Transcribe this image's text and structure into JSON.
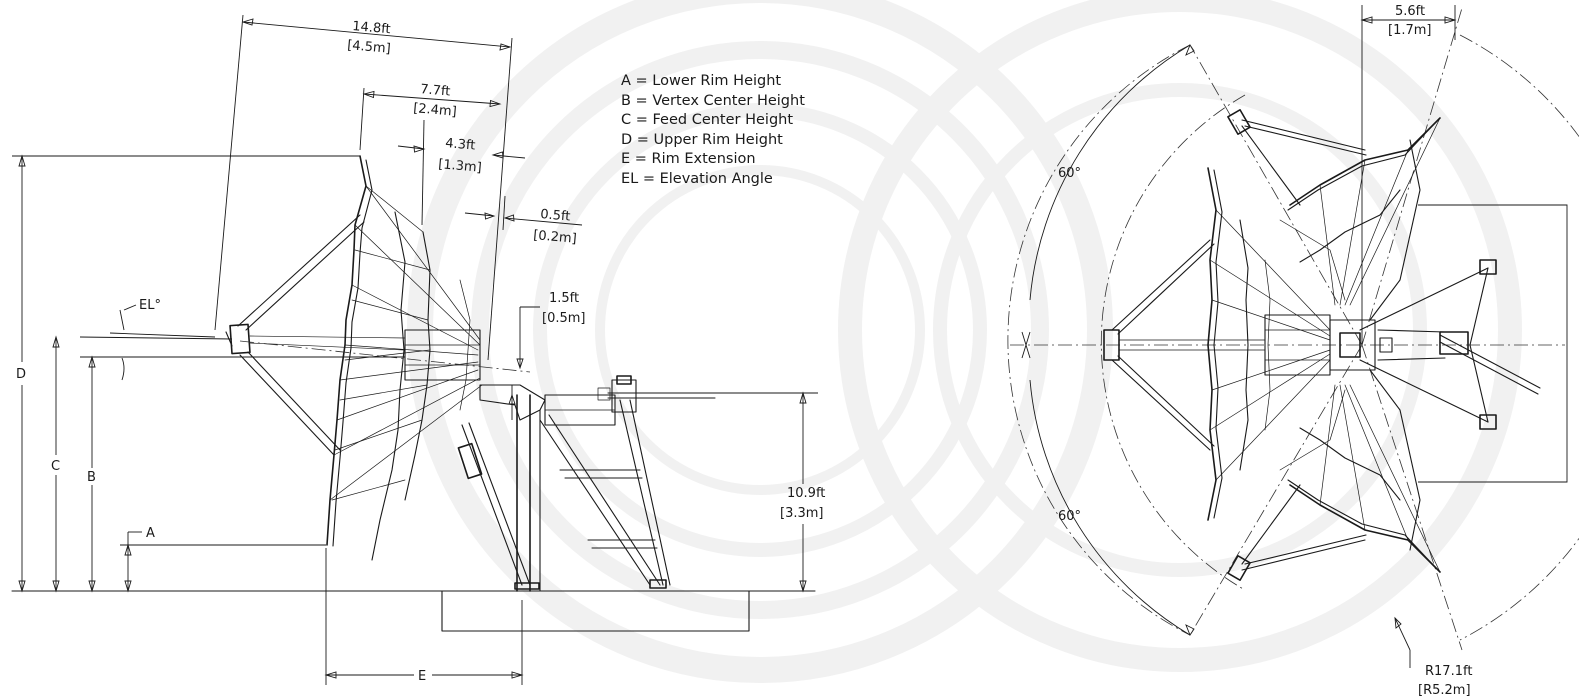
{
  "side_view": {
    "dimensions": {
      "overall_width": {
        "ft": "14.8ft",
        "m": "[4.5m]"
      },
      "mid_width": {
        "ft": "7.7ft",
        "m": "[2.4m]"
      },
      "inner_width": {
        "ft": "4.3ft",
        "m": "[1.3m]"
      },
      "rim_offset": {
        "ft": "0.5ft",
        "m": "[0.2m]"
      },
      "feed_offset": {
        "ft": "1.5ft",
        "m": "[0.5m]"
      },
      "axis_height": {
        "ft": "10.9ft",
        "m": "[3.3m]"
      }
    },
    "letters": {
      "a": "A",
      "b": "B",
      "c": "C",
      "d": "D",
      "e": "E",
      "el": "EL°"
    }
  },
  "legend": [
    "A = Lower Rim Height",
    "B = Vertex Center Height",
    "C = Feed Center Height",
    "D = Upper Rim Height",
    "E = Rim Extension",
    "EL = Elevation Angle"
  ],
  "top_view": {
    "width": {
      "ft": "5.6ft",
      "m": "[1.7m]"
    },
    "angle_upper": "60°",
    "angle_lower": "60°",
    "radius": {
      "ft": "R17.1ft",
      "m": "[R5.2m]"
    }
  }
}
